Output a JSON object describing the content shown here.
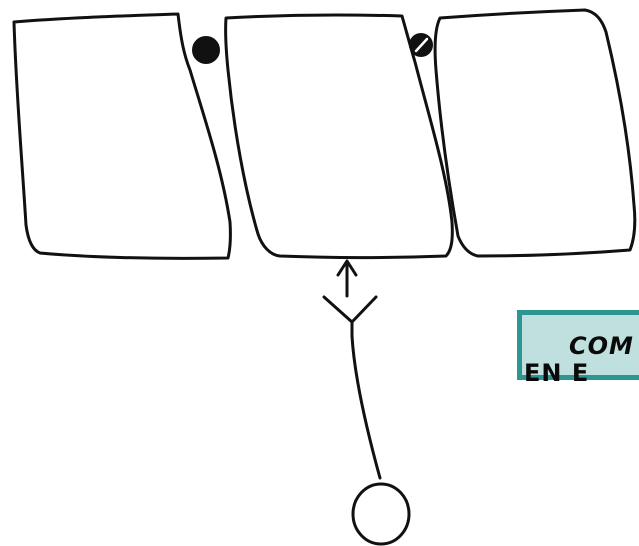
{
  "caption": {
    "line1": "COM",
    "line2": "EN E"
  },
  "colors": {
    "ink": "#111111",
    "caption_fill": "#bfe0df",
    "caption_border": "#2d9692"
  },
  "parts": {
    "panels": 3,
    "joint_dots": 2,
    "arrow_direction": "up"
  }
}
